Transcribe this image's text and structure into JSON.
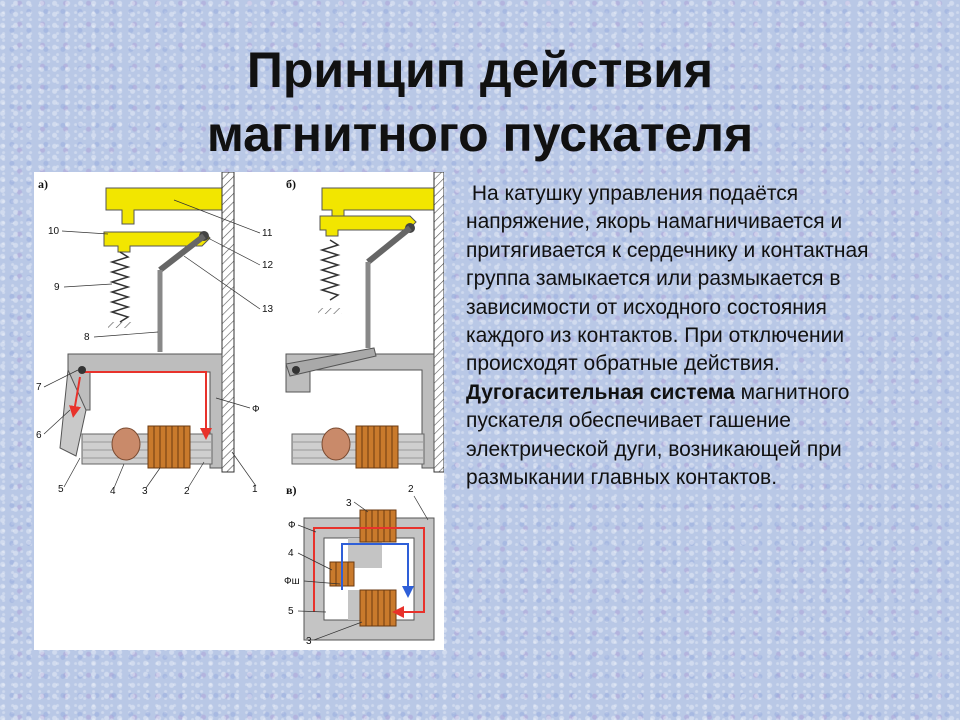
{
  "title": {
    "line1": "Принцип действия",
    "line2": "магнитного пускателя"
  },
  "figure": {
    "panels": [
      "а)",
      "б)",
      "в)"
    ],
    "labels_a": [
      "10",
      "9",
      "8",
      "7",
      "6",
      "5",
      "4",
      "3",
      "2",
      "1",
      "11",
      "12",
      "13",
      "Ф"
    ],
    "labels_c": [
      "3",
      "2",
      "Ф",
      "4",
      "Фш",
      "5",
      "3"
    ]
  },
  "text": {
    "para1": "На катушку управления подаётся напряжение, якорь намагничивается и притягивается к сердечнику и контактная группа замыкается или размыкается в зависимости от исходного состояния каждого из контактов. При отключении происходят обратные действия.",
    "bold": "Дугогасительная система",
    "para2": "магнитного пускателя обеспечивает гашение электрической дуги, возникающей при размыкании главных контактов."
  },
  "colors": {
    "contact_yellow": "#f2e600",
    "core_gray": "#bdbdbd",
    "coil_brown": "#c97a2c",
    "flux_red": "#e8322b",
    "flux_blue": "#2e5fd8"
  }
}
